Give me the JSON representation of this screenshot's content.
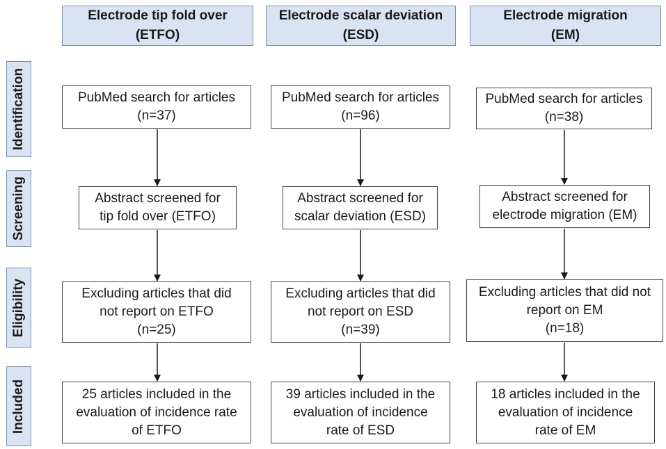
{
  "columns": [
    {
      "header": "Electrode tip fold over\n(ETFO)",
      "identification": "PubMed search for articles\n(n=37)",
      "screening": "Abstract screened for\ntip fold over (ETFO)",
      "eligibility": "Excluding articles  that did\nnot report on ETFO\n(n=25)",
      "included": "25 articles included in the\nevaluation of incidence rate\nof ETFO"
    },
    {
      "header": "Electrode scalar deviation\n(ESD)",
      "identification": "PubMed search for articles\n(n=96)",
      "screening": "Abstract screened for\nscalar deviation (ESD)",
      "eligibility": "Excluding articles  that did\nnot report on ESD\n(n=39)",
      "included": "39 articles included in the\nevaluation of incidence\nrate of ESD"
    },
    {
      "header": "Electrode migration\n(EM)",
      "identification": "PubMed search for articles\n(n=38)",
      "screening": "Abstract screened for\nelectrode migration (EM)",
      "eligibility": "Excluding articles  that did not\nreport on EM\n(n=18)",
      "included": "18 articles included in the\nevaluation of incidence\nrate of EM"
    }
  ],
  "stages": {
    "identification": "Identification",
    "screening": "Screening",
    "eligibility": "Eligibility",
    "included": "Included"
  }
}
